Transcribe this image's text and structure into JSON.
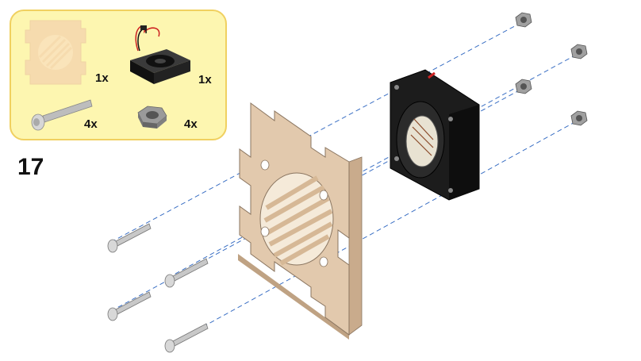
{
  "step_number": "17",
  "parts": [
    {
      "name": "wooden-fan-plate",
      "qty": "1x"
    },
    {
      "name": "fan-40mm",
      "qty": "1x"
    },
    {
      "name": "screw",
      "qty": "4x"
    },
    {
      "name": "hex-nut",
      "qty": "4x"
    }
  ],
  "colors": {
    "parts_box_fill": "#fdf6b0",
    "parts_box_border": "#f0d060",
    "wood": "#e2c9ad",
    "wood_dark": "#c9ab8c",
    "fan": "#1c1c1c",
    "metal": "#c8c8c8",
    "guide_line": "#3a6fc4"
  }
}
